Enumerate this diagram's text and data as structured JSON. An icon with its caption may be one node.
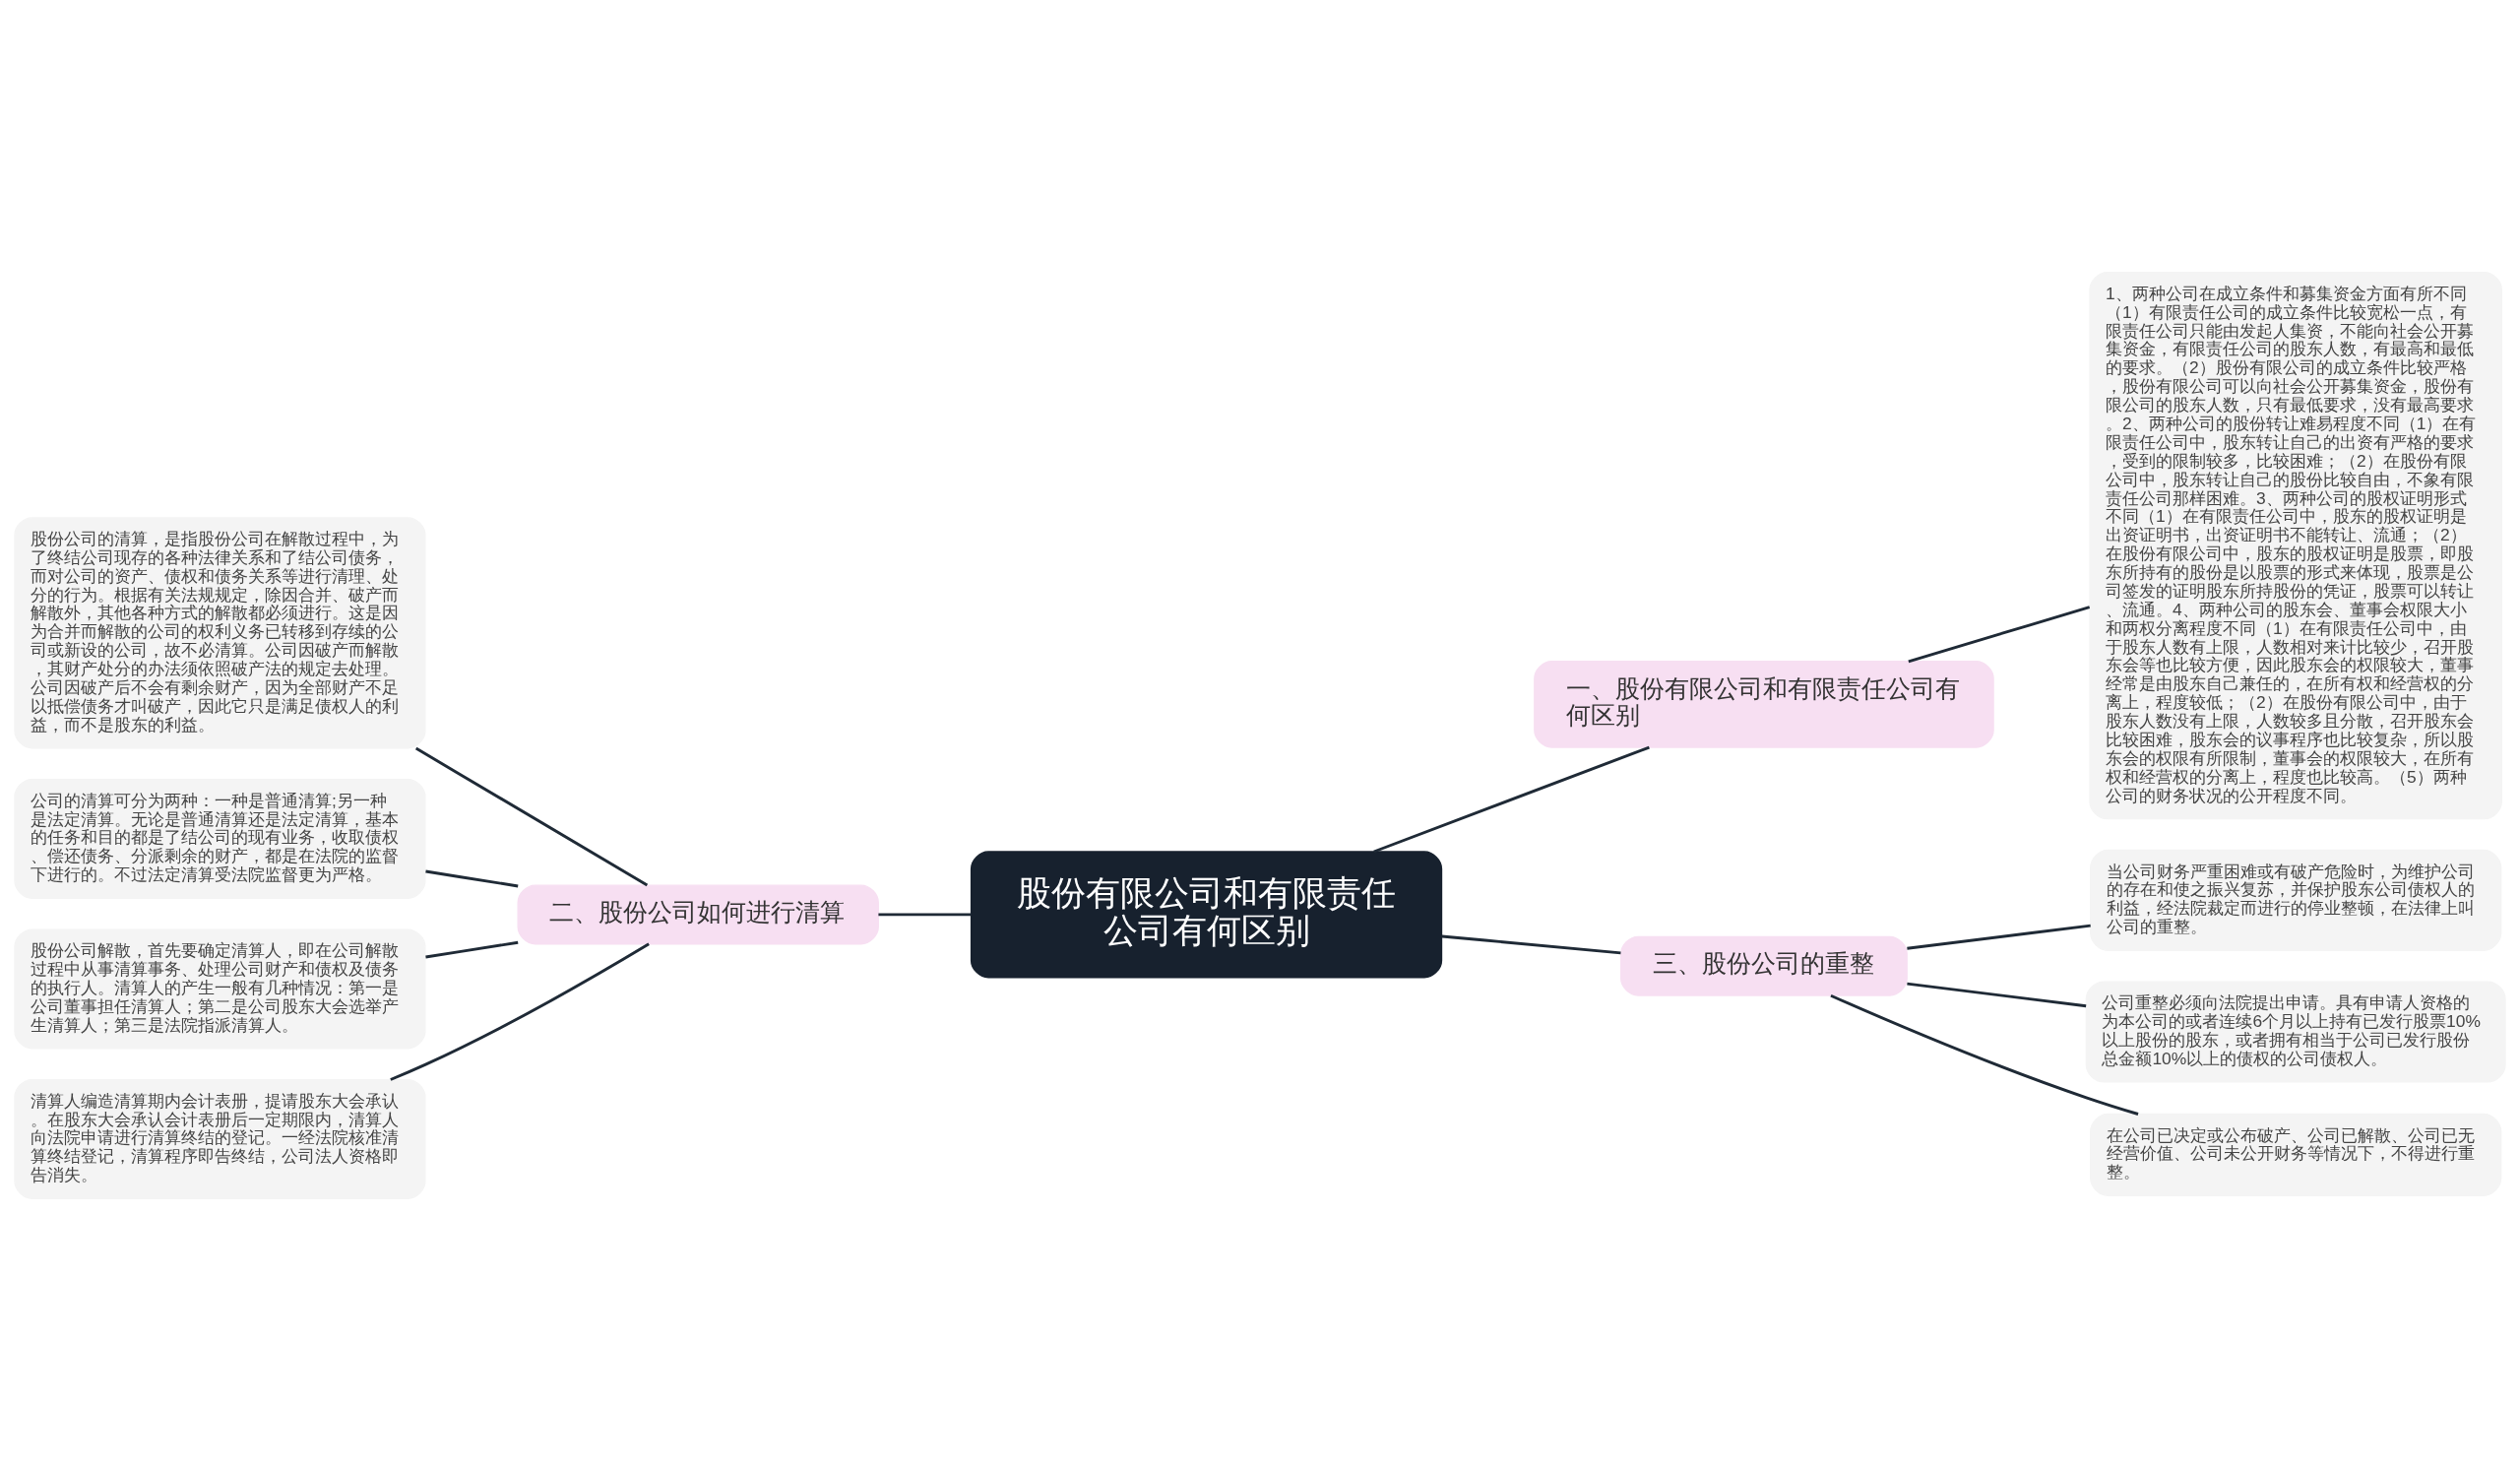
{
  "diagram": {
    "nodes": [
      {
        "text": [
          "股份有限公司和有限责任公司有何区别"
        ]
      },
      {
        "text": [
          "一、股份有限公司和有限责任公司有何区别"
        ]
      },
      {
        "text": [
          "1、两种公司在成立条件和募集资金方面有所不同（1）有限责任公司的成立条件比较宽松一点，有限责任公司只能由发起人集资，不能向社会公开募集资金，有限责任公司的股东人数，有最高和最低的要求。（2）股份有限公司的成立条件比较严格，股份有限公司可以向社会公开募集资金，股份有限公司的股东人数，只有最低要求，没有最高要求。2、两种公司的股份转让难易程度不同（1）在有限责任公司中，股东转让自己的出资有严格的要求，受到的限制较多，比较困难；（2）在股份有限公司中，股东转让自己的股份比较自由，不象有限责任公司那样困难。3、两种公司的股权证明形式不同（1）在有限责任公司中，股东的股权证明是出资证明书，出资证明书不能转让、流通；（2）在股份有限公司中，股东的股权证明是股票，即股东所持有的股份是以股票的形式来体现，股票是公司签发的证明股东所持股份的凭证，股票可以转让、流通。4、两种公司的股东会、董事会权限大小和两权分离程度不同（1）在有限责任公司中，由于股东人数有上限，人数相对来计比较少，召开股东会等也比较方便，因此股东会的权限较大，董事经常是由股东自己兼任的，在所有权和经营权的分离上，程度较低；（2）在股份有限公司中，由于股东人数没有上限，人数较多且分散，召开股东会比较困难，股东会的议事程序也比较复杂，所以股东会的权限有所限制，董事会的权限较大，在所有权和经营权的分离上，程度也比较高。（5）两种公司的财务状况的公开程度不同。"
        ]
      },
      {
        "text": [
          "二、股份公司如何进行清算"
        ]
      },
      {
        "text": [
          "股份公司的清算，是指股份公司在解散过程中，为了终结公司现存的各种法律关系和了结公司债务，而对公司的资产、债权和债务关系等进行清理、处分的行为。根据有关法规规定，除因合并、破产而解散外，其他各种方式的解散都必须进行。这是因为合并而解散的公司的权利义务已转移到存续的公司或新设的公司，故不必清算。公司因破产而解散，其财产处分的办法须依照破产法的规定去处理。公司因破产后不会有剩余财产，因为全部财产不足以抵偿债务才叫破产，因此它只是满足债权人的利益，而不是股东的利益。"
        ]
      },
      {
        "text": [
          "公司的清算可分为两种：一种是普通清算;另一种是法定清算。无论是普通清算还是法定清算，基本的任务和目的都是了结公司的现有业务，收取债权、偿还债务、分派剩余的财产，都是在法院的监督下进行的。不过法定清算受法院监督更为严格。"
        ]
      },
      {
        "text": [
          "股份公司解散，首先要确定清算人，即在公司解散过程中从事清算事务、处理公司财产和债权及债务的执行人。清算人的产生一般有几种情况：第一是公司董事担任清算人；第二是公司股东大会选举产生清算人；第三是法院指派清算人。"
        ]
      },
      {
        "text": [
          "清算人编造清算期内会计表册，提请股东大会承认。在股东大会承认会计表册后一定期限内，清算人向法院申请进行清算终结的登记。一经法院核准清算终结登记，清算程序即告终结，公司法人资格即告消失。"
        ]
      },
      {
        "text": [
          "三、股份公司的重整"
        ]
      },
      {
        "text": [
          "当公司财务严重困难或有破产危险时，为维护公司的存在和使之振兴复苏，并保护股东公司债权人的利益，经法院裁定而进行的停业整顿，在法律上叫公司的重整。"
        ]
      },
      {
        "text": [
          "公司重整必须向法院提出申请。具有申请人资格的为本公司的或者连续6个月以上持有已发行股票10%以上股份的股东，或者拥有相当于公司已发行股份总金额10%以上的债权的公司债权人。"
        ]
      },
      {
        "text": [
          "在公司已决定或公布破产、公司已解散、公司已无经营价值、公司未公开财务等情况下，不得进行重整。"
        ]
      }
    ],
    "edges": [
      {
        "from": 0,
        "to": 1,
        "arrow": "none"
      },
      {
        "from": 1,
        "to": 2,
        "arrow": "none"
      },
      {
        "from": 3,
        "to": 0,
        "arrow": "none"
      },
      {
        "from": 4,
        "to": 3,
        "arrow": "none"
      },
      {
        "from": 5,
        "to": 3,
        "arrow": "none"
      },
      {
        "from": 6,
        "to": 3,
        "arrow": "none"
      },
      {
        "from": 7,
        "to": 3,
        "arrow": "none"
      },
      {
        "from": 0,
        "to": 8,
        "arrow": "none"
      },
      {
        "from": 8,
        "to": 9,
        "arrow": "none"
      },
      {
        "from": 8,
        "to": 10,
        "arrow": "none"
      },
      {
        "from": 8,
        "to": 11,
        "arrow": "none"
      }
    ]
  }
}
